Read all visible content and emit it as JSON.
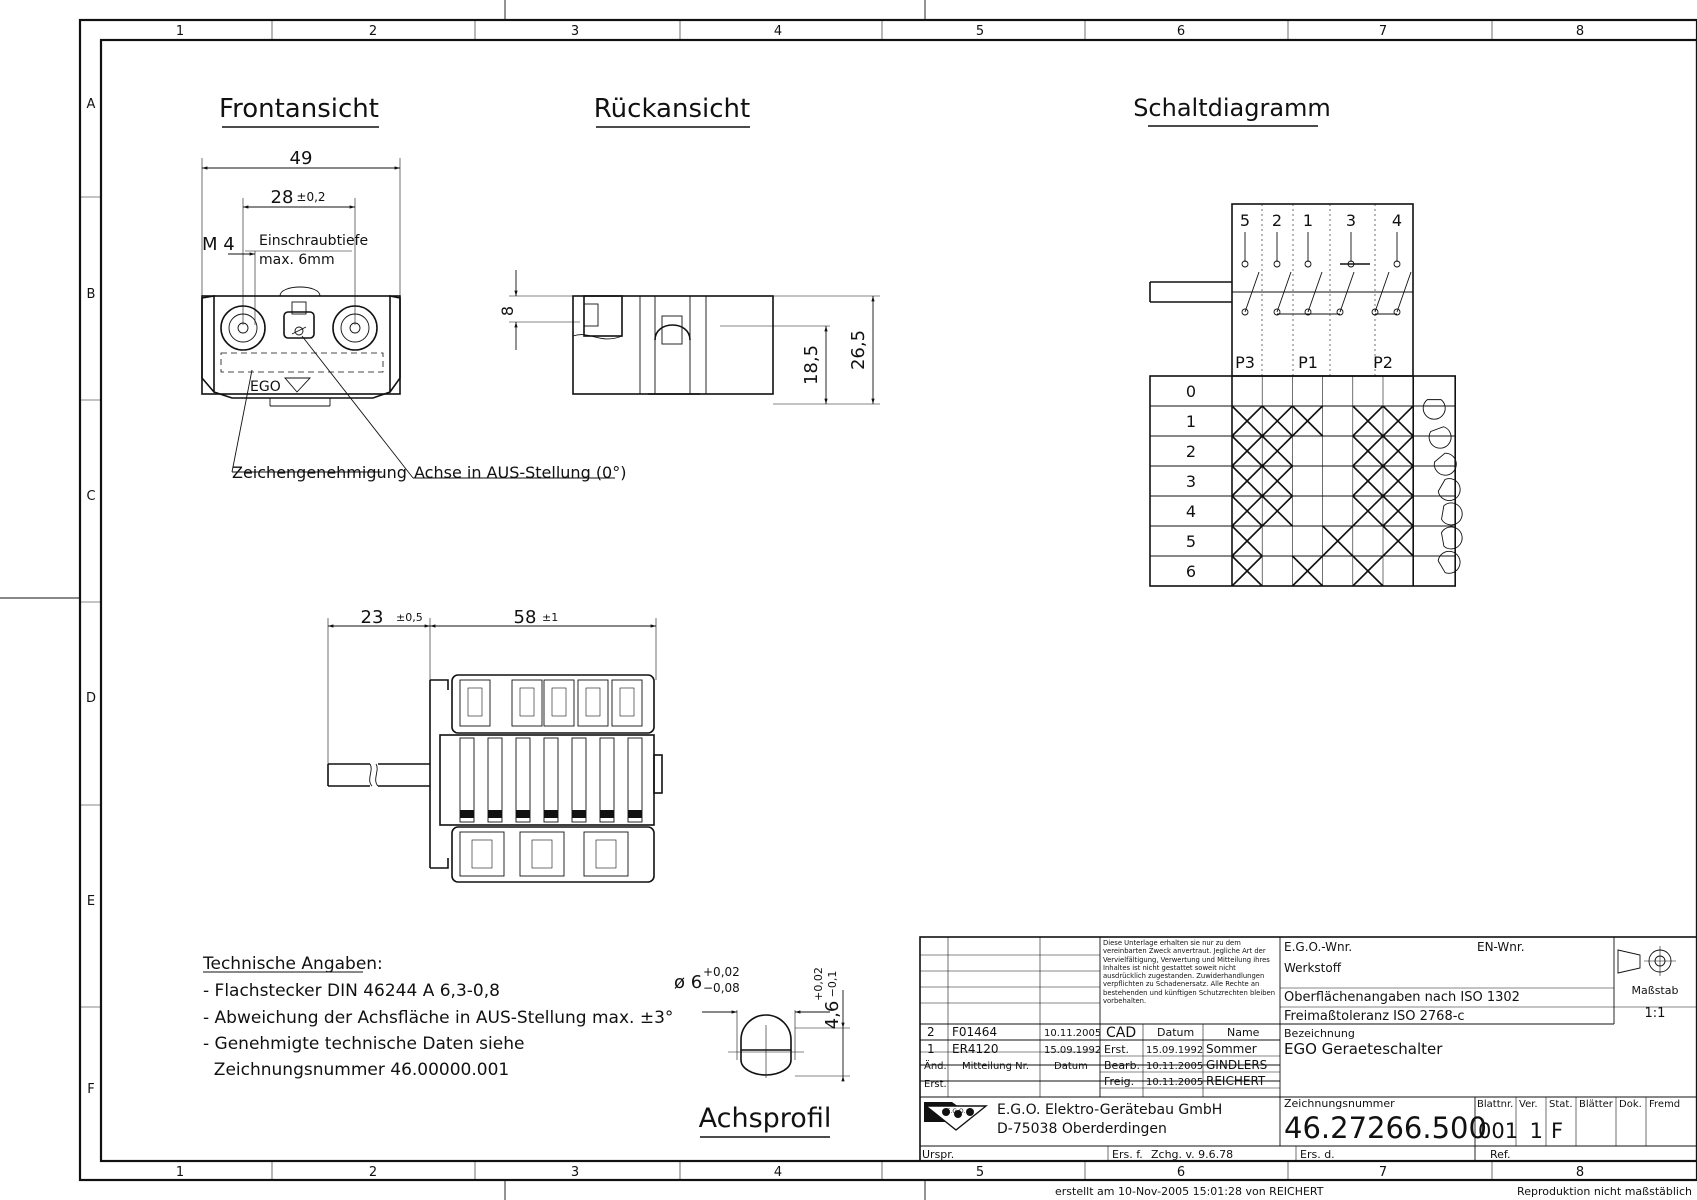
{
  "frame": {
    "columns": [
      "1",
      "2",
      "3",
      "4",
      "5",
      "6",
      "7",
      "8"
    ],
    "rows": [
      "A",
      "B",
      "C",
      "D",
      "E",
      "F"
    ]
  },
  "views": {
    "front": "Frontansicht",
    "back": "Rückansicht",
    "diagram": "Schaltdiagramm",
    "profile": "Achsprofil"
  },
  "front_view": {
    "dim_49": "49",
    "dim_28": "28",
    "tol_28": "±0,2",
    "thread": "M 4",
    "depth_line1": "Einschraubtiefe",
    "depth_line2": "max. 6mm",
    "brand": "EGO",
    "callout_approval": "Zeichengenehmigung",
    "callout_axis": "Achse in AUS-Stellung (0°)"
  },
  "back_view": {
    "dim_8": "8",
    "dim_185": "18,5",
    "dim_265": "26,5"
  },
  "side_view": {
    "dim_23": "23",
    "tol_23": "±0,5",
    "dim_58": "58",
    "tol_58": "±1"
  },
  "profile_view": {
    "dia": "ø 6",
    "tol_up": "+0,02",
    "tol_dn": "−0,08",
    "height": "4,6",
    "htol_up": "+0,02",
    "htol_dn": "−0,1"
  },
  "tech": {
    "title": "Technische Angaben:",
    "lines": [
      "- Flachstecker DIN 46244 A 6,3-0,8",
      "- Abweichung der Achsfläche in AUS-Stellung max. ±3°",
      "- Genehmigte technische Daten siehe",
      "  Zeichnungsnummer 46.00000.001"
    ]
  },
  "switch_diagram": {
    "terminals": [
      "5",
      "2",
      "1",
      "3",
      "4"
    ],
    "groups": [
      "P3",
      "P1",
      "P2"
    ],
    "positions": [
      "0",
      "1",
      "2",
      "3",
      "4",
      "5",
      "6"
    ],
    "matrix": [
      [
        0,
        0,
        0,
        0,
        0,
        0
      ],
      [
        1,
        1,
        1,
        0,
        1,
        1
      ],
      [
        1,
        1,
        0,
        0,
        1,
        1
      ],
      [
        1,
        1,
        0,
        0,
        1,
        1
      ],
      [
        1,
        1,
        0,
        0,
        1,
        1
      ],
      [
        1,
        0,
        0,
        1,
        0,
        1
      ],
      [
        1,
        0,
        1,
        0,
        1,
        0
      ]
    ]
  },
  "title_block": {
    "notice": "Diese Unterlage erhalten sie nur zu dem vereinbarten Zweck anvertraut. Jegliche Art der Vervielfältigung, Verwertung und Mitteilung ihres Inhaltes ist nicht gestattet soweit nicht ausdrücklich zugestanden. Zuwiderhandlungen verpflichten zu Schadenersatz. Alle Rechte an bestehenden und künftigen Schutzrechten bleiben vorbehalten.",
    "revisions": [
      {
        "idx": "2",
        "msg": "F01464",
        "date": "10.11.2005"
      },
      {
        "idx": "1",
        "msg": "ER4120",
        "date": "15.09.1992"
      }
    ],
    "rev_header": {
      "idx": "Änd.",
      "msg": "Mitteilung Nr.",
      "date": "Datum"
    },
    "erst_label": "Erst.",
    "cad": "CAD",
    "col_datum": "Datum",
    "col_name": "Name",
    "people": [
      {
        "role": "Erst.",
        "date": "15.09.1992",
        "name": "Sommer"
      },
      {
        "role": "Bearb.",
        "date": "10.11.2005",
        "name": "GINDLERS"
      },
      {
        "role": "Freig.",
        "date": "10.11.2005",
        "name": "REICHERT"
      }
    ],
    "ego_wnr": "E.G.O.-Wnr.",
    "en_wnr": "EN-Wnr.",
    "werkstoff": "Werkstoff",
    "surface": "Oberflächenangaben nach ISO 1302",
    "tolerance": "Freimaßtoleranz ISO 2768-c",
    "bez_label": "Bezeichnung",
    "bez_value": "EGO Geraeteschalter",
    "scale_label": "Maßstab",
    "scale_value": "1:1",
    "company1": "E.G.O. Elektro-Gerätebau GmbH",
    "company2": "D-75038 Oberderdingen",
    "logo_text": "E.G.O.",
    "drawing_no_label": "Zeichnungsnummer",
    "drawing_no": "46.27266.500",
    "blatt_label": "Blattnr.",
    "blatt": "001",
    "ver_label": "Ver.",
    "ver": "1",
    "stat_label": "Stat.",
    "stat": "F",
    "blaetter_label": "Blätter",
    "dok_label": "Dok.",
    "fremd_label": "Fremd",
    "urspr": "Urspr.",
    "ers_f": "Ers. f.",
    "zchg": "Zchg. v. 9.6.78",
    "ers_d": "Ers. d.",
    "ref": "Ref."
  },
  "footer": {
    "created": "erstellt am 10-Nov-2005 15:01:28 von REICHERT",
    "repro": "Reproduktion nicht maßstäblich"
  }
}
